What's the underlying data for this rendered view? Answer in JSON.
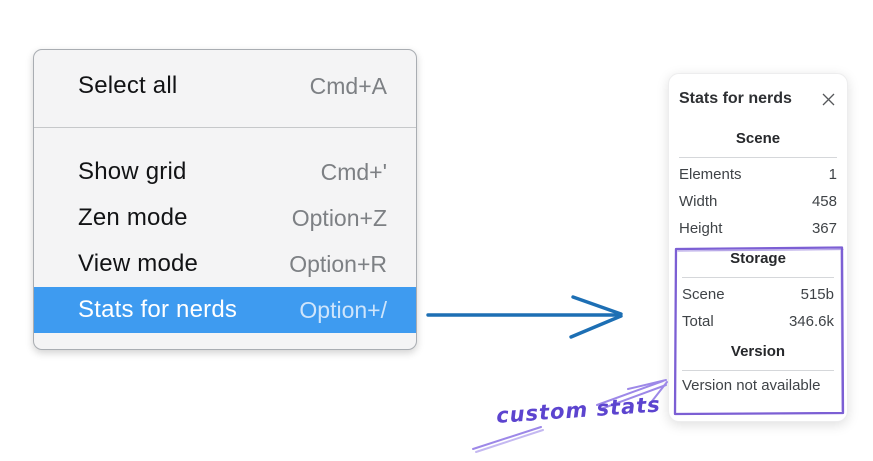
{
  "colors": {
    "menu_highlight_bg": "#3e9bf0",
    "blue_arrow": "#1d6fb4",
    "purple_box": "#7c5fd4",
    "purple_arrow": "#9d88e8",
    "purple_text": "#5c44cf"
  },
  "menu": {
    "items": [
      {
        "label": "Select all",
        "shortcut": "Cmd+A"
      },
      {
        "label": "Show grid",
        "shortcut": "Cmd+'"
      },
      {
        "label": "Zen mode",
        "shortcut": "Option+Z"
      },
      {
        "label": "View mode",
        "shortcut": "Option+R"
      },
      {
        "label": "Stats for nerds",
        "shortcut": "Option+/"
      }
    ]
  },
  "panel": {
    "title": "Stats for nerds",
    "close_icon": "✕",
    "sections": [
      {
        "title": "Scene",
        "rows": [
          {
            "label": "Elements",
            "value": "1"
          },
          {
            "label": "Width",
            "value": "458"
          },
          {
            "label": "Height",
            "value": "367"
          }
        ]
      },
      {
        "title": "Storage",
        "rows": [
          {
            "label": "Scene",
            "value": "515b"
          },
          {
            "label": "Total",
            "value": "346.6k"
          }
        ]
      },
      {
        "title": "Version",
        "note": "Version not available"
      }
    ]
  },
  "annotation": {
    "label": "custom stats"
  }
}
